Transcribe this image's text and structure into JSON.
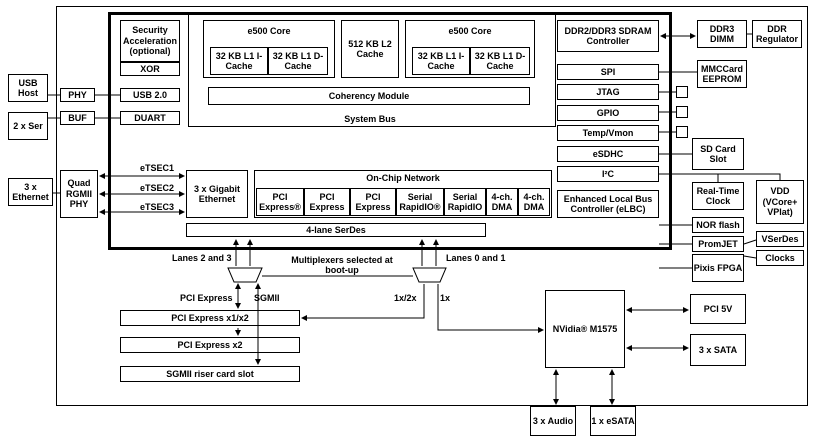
{
  "soc": {
    "security": "Security Acceleration (optional)",
    "xor": "XOR",
    "core_left": "e500 Core",
    "core_right": "e500 Core",
    "l1i": "32 KB L1 I-Cache",
    "l1d": "32 KB L1 D-Cache",
    "l2": "512 KB L2 Cache",
    "coherency": "Coherency Module",
    "system_bus": "System Bus",
    "ddr_ctrl": "DDR2/DDR3 SDRAM Controller",
    "spi": "SPI",
    "jtag": "JTAG",
    "gpio": "GPIO",
    "temp": "Temp/Vmon",
    "esdhc": "eSDHC",
    "i2c": "I²C",
    "usb2": "USB 2.0",
    "duart": "DUART",
    "gige": "3 x Gigabit Ethernet",
    "tsec1": "eTSEC1",
    "tsec2": "eTSEC2",
    "tsec3": "eTSEC3",
    "ocn": "On-Chip Network",
    "pcie1": "PCI Express®",
    "pcie2": "PCI Express",
    "pcie3": "PCI Express",
    "srio1": "Serial RapidIO®",
    "srio2": "Serial RapidIO",
    "dma1": "4-ch. DMA",
    "dma2": "4-ch. DMA",
    "elbc": "Enhanced Local Bus Controller (eLBC)",
    "serdes": "4-lane SerDes"
  },
  "board": {
    "usb_host": "USB Host",
    "ser": "2 x Ser",
    "eth": "3 x Ethernet",
    "phy": "PHY",
    "buf": "BUF",
    "rgmii": "Quad RGMII PHY",
    "ddr3_dimm": "DDR3 DIMM",
    "ddr_reg": "DDR Regulator",
    "mmc": "MMCCard EEPROM",
    "sdcard": "SD Card Slot",
    "rtc": "Real-Time Clock",
    "vdd": "VDD (VCore+ VPlat)",
    "nor": "NOR flash",
    "promjet": "PromJET",
    "pixis": "Pixis FPGA",
    "vserdes": "VSerDes",
    "clocks": "Clocks",
    "lanes23": "Lanes 2 and 3",
    "lanes01": "Lanes 0 and 1",
    "mux": "Multiplexers selected at boot-up",
    "pcie_lbl": "PCI Express",
    "sgmii_lbl": "SGMII",
    "x12": "1x/2x",
    "x1": "1x",
    "pcie_slot1": "PCI Express x1/x2",
    "pcie_slot2": "PCI Express x2",
    "sgmii_slot": "SGMII riser card slot",
    "nvidia": "NVidia® M1575",
    "pci5v": "PCI 5V",
    "sata": "3 x SATA",
    "audio": "3 x Audio",
    "esata": "1 x eSATA"
  }
}
